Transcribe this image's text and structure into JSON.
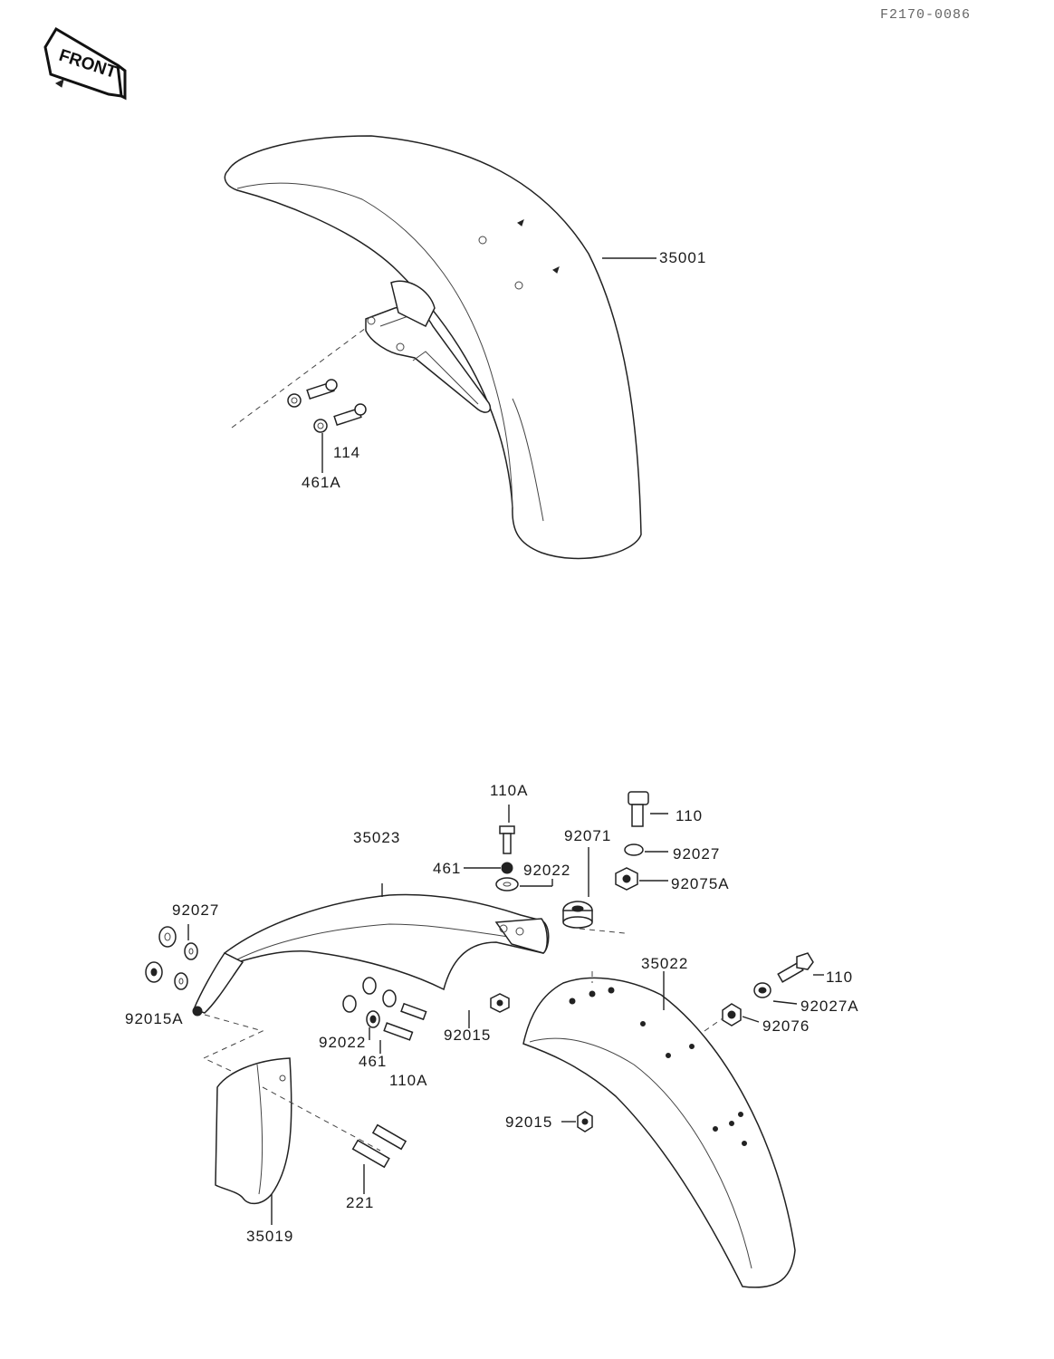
{
  "reference_code": "F2170-0086",
  "front_badge": {
    "text": "FRONT",
    "icon": "front-arrow-icon"
  },
  "labels": {
    "l_35001": "35001",
    "l_114": "114",
    "l_461A": "461A",
    "l_110A_top": "110A",
    "l_110_top": "110",
    "l_35023": "35023",
    "l_92071": "92071",
    "l_92027_top": "92027",
    "l_461_top": "461",
    "l_92022_top": "92022",
    "l_92075A": "92075A",
    "l_92027_left": "92027",
    "l_35022": "35022",
    "l_110_right": "110",
    "l_92027A": "92027A",
    "l_92015A": "92015A",
    "l_92076": "92076",
    "l_92015_mid": "92015",
    "l_92022_mid": "92022",
    "l_461_mid": "461",
    "l_110A_mid": "110A",
    "l_92015_low": "92015",
    "l_221": "221",
    "l_35019": "35019"
  },
  "colors": {
    "line": "#222222",
    "background": "#ffffff"
  }
}
